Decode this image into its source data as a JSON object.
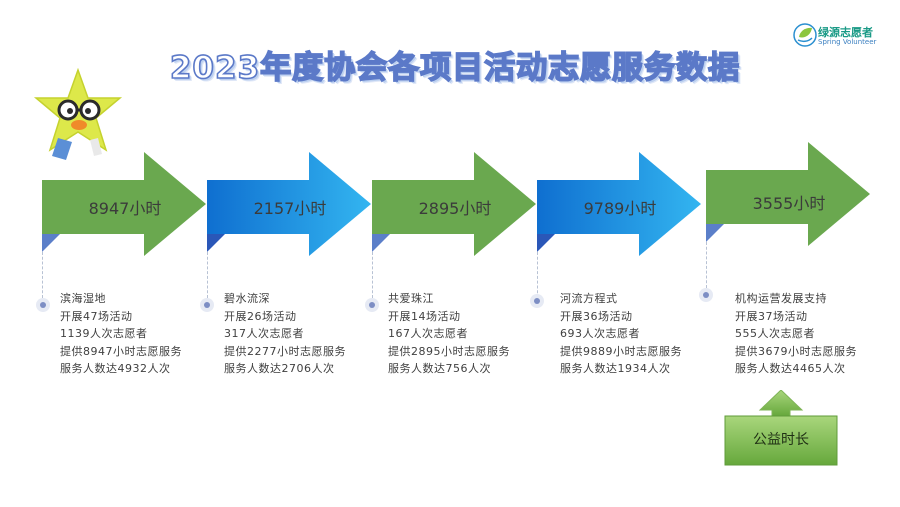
{
  "title": "2023年度协会各项目活动志愿服务数据",
  "logo": {
    "name_cn": "绿源志愿者",
    "name_en": "Spring Volunteer"
  },
  "colors": {
    "green": "#6aa84f",
    "blue": "#29a8e6",
    "title_outline": "#5b79c8"
  },
  "projects": [
    {
      "hours_label": "8947小时",
      "name": "滨海湿地",
      "activities": "开展47场活动",
      "volunteers": "1139人次志愿者",
      "service": "提供8947小时志愿服务",
      "served": "服务人数达4932人次"
    },
    {
      "hours_label": "2157小时",
      "name": "碧水流深",
      "activities": "开展26场活动",
      "volunteers": "317人次志愿者",
      "service": "提供2277小时志愿服务",
      "served": "服务人数达2706人次"
    },
    {
      "hours_label": "2895小时",
      "name": "共爱珠江",
      "activities": "开展14场活动",
      "volunteers": "167人次志愿者",
      "service": "提供2895小时志愿服务",
      "served": "服务人数达756人次"
    },
    {
      "hours_label": "9789小时",
      "name": "河流方程式",
      "activities": "开展36场活动",
      "volunteers": "693人次志愿者",
      "service": "提供9889小时志愿服务",
      "served": "服务人数达1934人次"
    },
    {
      "hours_label": "3555小时",
      "name": "机构运营发展支持",
      "activities": "开展37场活动",
      "volunteers": "555人次志愿者",
      "service": "提供3679小时志愿服务",
      "served": "服务人数达4465人次"
    }
  ],
  "badge": {
    "label": "公益时长"
  }
}
